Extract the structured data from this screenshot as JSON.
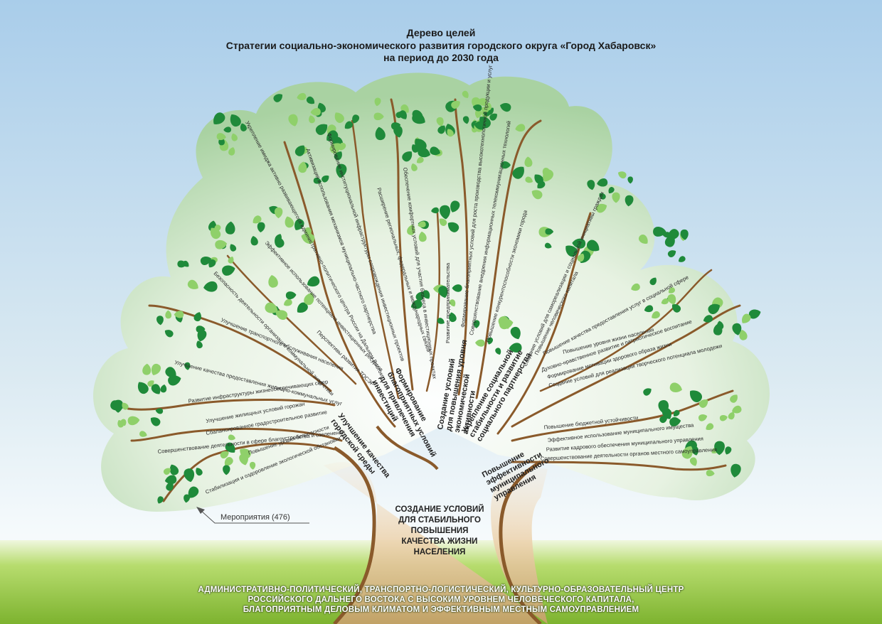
{
  "header": {
    "title": "Дерево целей",
    "subtitle": "Стратегии социально-экономического развития городского округа «Город Хабаровск»",
    "period": "на период до 2030 года"
  },
  "root_goal": [
    "СОЗДАНИЕ УСЛОВИЙ",
    "ДЛЯ СТАБИЛЬНОГО",
    "ПОВЫШЕНИЯ",
    "КАЧЕСТВА ЖИЗНИ",
    "НАСЕЛЕНИЯ"
  ],
  "mission": [
    "АДМИНИСТРАТИВНО-ПОЛИТИЧЕСКИЙ, ТРАНСПОРТНО-ЛОГИСТИЧЕСКИЙ, КУЛЬТУРНО-ОБРАЗОВАТЕЛЬНЫЙ ЦЕНТР",
    "РОССИЙСКОГО ДАЛЬНЕГО ВОСТОКА С ВЫСОКИМ УРОВНЕМ ЧЕЛОВЕЧЕСКОГО КАПИТАЛА,",
    "БЛАГОПРИЯТНЫМ ДЕЛОВЫМ КЛИМАТОМ И ЭФФЕКТИВНЫМ МЕСТНЫМ САМОУПРАВЛЕНИЕМ"
  ],
  "callout": "Мероприятия (476)",
  "goals": [
    [
      "Улучшение качества",
      "городской среды"
    ],
    [
      "Формирование",
      "благоприятных условий",
      "для привлечения",
      "инвестиций"
    ],
    [
      "Создание условий",
      "для повышения уровня",
      "экономической",
      "активности"
    ],
    [
      "Укрепление социальной",
      "стабильности и развитие",
      "социального партнерства"
    ],
    [
      "Повышение",
      "эффективности",
      "муниципального",
      "управления"
    ]
  ],
  "tasks": {
    "left_lower": [
      "Улучшение качества предоставления жилищно-коммунальных услуг",
      "Развитие инфраструктуры жизнеобеспечивающих сфер",
      "Улучшение жилищных условий горожан",
      "Сбалансированное градостроительное развитие",
      "Совершенствование деятельности в сфере благоустройства и озеленения",
      "Повышение уровня безопасности",
      "Стабилизация и оздоровление экологической обстановки"
    ],
    "left_upper": [
      "Безопасность деятельности организации коммунальной энергетики",
      "Улучшение транспортного обслуживания населения",
      "Эффективное использование потенциала инвестиционных ресурсов",
      "Перспективы развития ТОСЭР"
    ],
    "top": [
      "Укрепление имиджа активно развивающегося административно-политического центра России на Дальнем Востоке",
      "Активизация использования механизмов муниципально-частного партнерства",
      "Формирование институциональной инфраструктуры сопровождения инвестиционных проектов",
      "Расширение региональных, федеральных и международных связей",
      "Обеспечение комфортных условий для участия бизнеса в инвестиционных проектах",
      "Развитие предпринимательства",
      "Формирование благоприятных условий для роста производства высокотехнологичной продукции и услуг",
      "Совершенствование внедрения информационных телекоммуникационных технологий",
      "Повышение конкурентоспособности экономики города",
      "Создание условий для самореализации и социальной инициативы граждан"
    ],
    "right_upper": [
      "Повышение человеческого капитала",
      "Повышение качества предоставления услуг в социальной сфере",
      "Повышение уровня жизни населения",
      "Духовно-нравственное развитие и патриотическое воспитание",
      "Формирование мотивации здорового образа жизни",
      "Создание условий для реализации творческого потенциала молодежи"
    ],
    "right_lower": [
      "Повышение бюджетной устойчивости",
      "Эффективное использование муниципального имущества",
      "Развитие кадрового обеспечения муниципального управления",
      "Совершенствование деятельности органов местного самоуправления"
    ]
  },
  "colors": {
    "sky_top": "#a9cdea",
    "sky_bottom": "#f4f9fb",
    "grass": "#8cbf3a",
    "crown": "#bcdcb9",
    "trunk": "#8a5a2b",
    "trunk_fill": "#e6c9a0",
    "leaf_dark": "#1f8a3a",
    "leaf_light": "#8fd06a"
  }
}
